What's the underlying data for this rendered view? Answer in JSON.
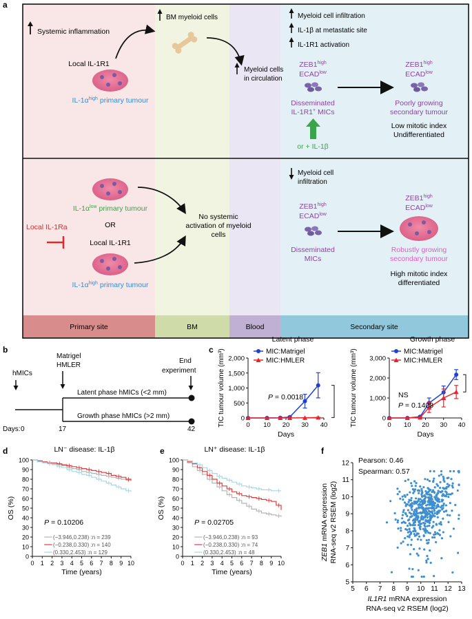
{
  "panel_labels": {
    "a": "a",
    "b": "b",
    "c": "c",
    "d": "d",
    "e": "e",
    "f": "f"
  },
  "panel_a": {
    "top": {
      "systemic": "Systemic inflammation",
      "bm_myeloid": "BM myeloid cells",
      "local_receptor": "Local IL-1R1",
      "primary_tumour": {
        "prefix": "IL-1α",
        "sup": "high",
        "suffix": " primary tumour"
      },
      "circulation": [
        "Myeloid cells",
        "in circulation"
      ],
      "infiltration": "Myeloid cell infiltration",
      "il1b_site": "IL-1β at metastatic site",
      "r1_activation": "IL-1R1 activation",
      "zeb_left": {
        "line1": "ZEB1",
        "sup1": "high",
        "line2": "ECAD",
        "sup2": "low"
      },
      "zeb_right": {
        "line1": "ZEB1",
        "sup1": "high",
        "line2": "ECAD",
        "sup2": "low"
      },
      "disseminated": {
        "line1": "Disseminated",
        "line2_prefix": "IL-1R1",
        "line2_sup": "+",
        "line2_suffix": " MICs"
      },
      "poor_growth": [
        "Poorly growing",
        "secondary tumour"
      ],
      "mitotic": [
        "Low mitotic index",
        "Undifferentiated"
      ],
      "or_il1b": "or + IL-1β"
    },
    "bottom": {
      "low_tumour": {
        "prefix": "IL-1α",
        "sup": "low",
        "suffix": " primary tumour"
      },
      "or": "OR",
      "antagonist": "Local IL-1Ra",
      "local_receptor": "Local IL-1R1",
      "high_tumour": {
        "prefix": "IL-1α",
        "sup": "high",
        "suffix": " primary tumour"
      },
      "no_systemic": [
        "No systemic",
        "activation of myeloid",
        "cells"
      ],
      "infiltration": [
        "Myeloid cell",
        "infiltration"
      ],
      "zeb_left": {
        "line1": "ZEB1",
        "sup1": "high",
        "line2": "ECAD",
        "sup2": "low"
      },
      "zeb_right": {
        "line1": "ZEB1",
        "sup1": "high",
        "line2": "ECAD",
        "sup2": "low"
      },
      "disseminated": [
        "Disseminated",
        "MICs"
      ],
      "robust_growth": [
        "Robustly growing",
        "secondary tumour"
      ],
      "mitotic": [
        "High mitotic index",
        "differentiated"
      ]
    },
    "sites": [
      "Primary site",
      "BM",
      "Blood",
      "Secondary site"
    ]
  },
  "panel_b": {
    "hmics": "hMICs",
    "matrigel": [
      "Matrigel",
      "HMLER"
    ],
    "end": [
      "End",
      "experiment"
    ],
    "latent": "Latent phase hMICs (<2 mm)",
    "growth": "Growth phase hMICs (>2 mm)",
    "days_label": "Days:",
    "days": [
      "0",
      "17",
      "42"
    ]
  },
  "colors": {
    "primary_bg": "#f9e6e6",
    "bm_bg": "#f1f4e0",
    "blood_bg": "#ebe6f3",
    "secondary_bg": "#e3f0f6",
    "primary_bar": "#d98c8c",
    "bm_bar": "#cfdcaa",
    "blood_bar": "#bfb0d4",
    "secondary_bar": "#92c8dc",
    "blue_text": "#2f8fd6",
    "green_text": "#3aa44a",
    "red_text": "#e02a2a",
    "purple_text": "#8a45a0",
    "pink_text": "#e55bc4",
    "matrigel": "#1f3fd6",
    "hmler": "#e8242b",
    "km_gray": "#b3b3b3",
    "km_red": "#e03b3b",
    "km_cyan": "#a5d6e6",
    "scatter": "#3d8fd1"
  },
  "chart_data": [
    {
      "id": "c-latent",
      "type": "line",
      "title": "Latent phase",
      "xlabel": "Days",
      "ylabel": "TIC tumour volume (mm³)",
      "x": [
        0,
        10,
        17,
        22,
        30,
        37
      ],
      "xlim": [
        0,
        40
      ],
      "xticks": [
        "0",
        "10",
        "20",
        "30",
        "40"
      ],
      "ylim": [
        0,
        2000
      ],
      "yticks": [
        "0",
        "500",
        "1,000",
        "1,500",
        "2,000"
      ],
      "series": [
        {
          "name": "MIC:Matrigel",
          "values": [
            0,
            0,
            5,
            30,
            560,
            1090
          ],
          "err": [
            0,
            0,
            5,
            20,
            230,
            420
          ],
          "marker": "circle"
        },
        {
          "name": "MIC:HMLER",
          "values": [
            0,
            0,
            0,
            0,
            5,
            15
          ],
          "err": [
            0,
            0,
            0,
            0,
            5,
            10
          ],
          "marker": "triangle"
        }
      ],
      "annotation": {
        "p_label": "P",
        "p_value": " = 0.0018"
      }
    },
    {
      "id": "c-growth",
      "type": "line",
      "title": "Growth phase",
      "xlabel": "Days",
      "ylabel": "TIC tumour volume (mm³)",
      "x": [
        0,
        10,
        17,
        22,
        30,
        37
      ],
      "xlim": [
        0,
        40
      ],
      "xticks": [
        "0",
        "10",
        "20",
        "30",
        "40"
      ],
      "ylim": [
        0,
        3000
      ],
      "yticks": [
        "0",
        "1,000",
        "2,000",
        "3,000"
      ],
      "series": [
        {
          "name": "MIC:Matrigel",
          "values": [
            0,
            0,
            60,
            750,
            1280,
            2170
          ],
          "err": [
            0,
            0,
            40,
            250,
            320,
            250
          ],
          "marker": "circle"
        },
        {
          "name": "MIC:HMLER",
          "values": [
            0,
            0,
            20,
            520,
            1000,
            1300
          ],
          "err": [
            0,
            0,
            20,
            250,
            450,
            330
          ],
          "marker": "triangle"
        }
      ],
      "annotation": {
        "ns": "NS",
        "p_label": "P",
        "p_value": " = 0.1408"
      }
    },
    {
      "id": "d-km",
      "type": "line",
      "title": "LN⁻ disease: IL-1β",
      "xlabel": "Time (years)",
      "ylabel": "OS (%)",
      "xlim": [
        0,
        10
      ],
      "xticks": [
        "0",
        "1",
        "2",
        "3",
        "4",
        "5",
        "6",
        "7",
        "8",
        "9",
        "10"
      ],
      "ylim": [
        0,
        100
      ],
      "yticks": [
        "0",
        "10",
        "20",
        "30",
        "40",
        "50",
        "60",
        "70",
        "80",
        "90",
        "100"
      ],
      "annotation": {
        "p_label": "P",
        "p_value": " = 0.10206"
      },
      "series": [
        {
          "name": "(−3.946,0.238) :n = 239",
          "color": "gray",
          "x": [
            0,
            0.5,
            1,
            1.5,
            2,
            2.5,
            3,
            3.5,
            4,
            4.5,
            5,
            5.5,
            6,
            6.5,
            7,
            7.5,
            8,
            8.5,
            9,
            9.5,
            10
          ],
          "values": [
            100,
            99,
            98,
            97,
            96,
            95,
            94,
            92,
            91,
            90,
            88,
            87,
            86,
            85,
            84,
            83,
            82,
            81,
            80,
            79,
            78
          ]
        },
        {
          "name": "(−0.238,0.330) :n = 140",
          "color": "red",
          "x": [
            0,
            0.5,
            1,
            1.5,
            2,
            2.5,
            3,
            3.5,
            4,
            4.5,
            5,
            5.5,
            6,
            6.5,
            7,
            7.5,
            8,
            8.5,
            9,
            9.5,
            10
          ],
          "values": [
            100,
            99,
            98,
            97,
            97,
            96,
            95,
            94,
            93,
            92,
            91,
            90,
            89,
            88,
            87,
            86,
            84,
            83,
            82,
            80,
            79
          ]
        },
        {
          "name": "(0.330,2.453) :n = 129",
          "color": "cyan",
          "x": [
            0,
            0.5,
            1,
            1.5,
            2,
            2.5,
            3,
            3.5,
            4,
            4.5,
            5,
            5.5,
            6,
            6.5,
            7,
            7.5,
            8,
            8.5,
            9,
            9.5,
            10
          ],
          "values": [
            100,
            98,
            97,
            96,
            95,
            93,
            92,
            90,
            88,
            87,
            85,
            84,
            82,
            80,
            78,
            76,
            74,
            72,
            70,
            68,
            67
          ]
        }
      ]
    },
    {
      "id": "e-km",
      "type": "line",
      "title": "LN⁺ disease: IL-1β",
      "xlabel": "Time (years)",
      "ylabel": "OS (%)",
      "xlim": [
        0,
        10
      ],
      "xticks": [
        "0",
        "1",
        "2",
        "3",
        "4",
        "5",
        "6",
        "7",
        "8",
        "9",
        "10"
      ],
      "ylim": [
        0,
        100
      ],
      "yticks": [
        "0",
        "10",
        "20",
        "30",
        "40",
        "50",
        "60",
        "70",
        "80",
        "90",
        "100"
      ],
      "annotation": {
        "p_label": "P",
        "p_value": " = 0.02705"
      },
      "series": [
        {
          "name": "(−3.946,0.238) :n = 93",
          "color": "gray",
          "x": [
            0,
            0.5,
            1,
            1.5,
            2,
            2.5,
            3,
            3.5,
            4,
            4.5,
            5,
            5.5,
            6,
            6.5,
            7,
            7.5,
            8,
            8.5,
            9,
            9.5,
            10
          ],
          "values": [
            100,
            97,
            93,
            89,
            85,
            80,
            76,
            72,
            68,
            64,
            61,
            58,
            55,
            52,
            49,
            47,
            45,
            44,
            43,
            42,
            41
          ]
        },
        {
          "name": "(−0.238,0.330) :n = 74",
          "color": "red",
          "x": [
            0,
            0.5,
            1,
            1.5,
            2,
            2.5,
            3,
            3.5,
            4,
            4.5,
            5,
            5.5,
            6,
            6.5,
            7,
            7.5,
            8,
            8.5,
            9,
            9.5,
            10
          ],
          "values": [
            100,
            98,
            96,
            92,
            88,
            84,
            80,
            76,
            73,
            70,
            67,
            65,
            63,
            62,
            61,
            60,
            59,
            58,
            57,
            53,
            48
          ]
        },
        {
          "name": "(0.330,2.453) :n = 48",
          "color": "cyan",
          "x": [
            0,
            0.5,
            1,
            1.5,
            2,
            2.5,
            3,
            3.5,
            4,
            4.5,
            5,
            5.5,
            6,
            6.5,
            7,
            7.5,
            8,
            8.5,
            9,
            9.5,
            10
          ],
          "values": [
            100,
            99,
            97,
            95,
            92,
            89,
            86,
            83,
            81,
            79,
            77,
            75,
            73,
            72,
            71,
            70,
            69,
            69,
            68,
            68,
            68
          ]
        }
      ]
    },
    {
      "id": "f-scatter",
      "type": "scatter",
      "xlabel": [
        "IL1R1 mRNA expression",
        "RNA-seq v2 RSEM (log2)"
      ],
      "ylabel": [
        "ZEB1 mRNA expression",
        "RNA-seq v2 RSEM (log2)"
      ],
      "xlim": [
        5,
        13
      ],
      "xticks": [
        "5",
        "6",
        "7",
        "8",
        "9",
        "10",
        "11",
        "12",
        "13"
      ],
      "ylim": [
        5,
        12
      ],
      "yticks": [
        "5",
        "6",
        "7",
        "8",
        "9",
        "10",
        "11",
        "12"
      ],
      "pearson": "Pearson: 0.46",
      "spearman": "Spearman: 0.57",
      "n_points": 520
    }
  ]
}
